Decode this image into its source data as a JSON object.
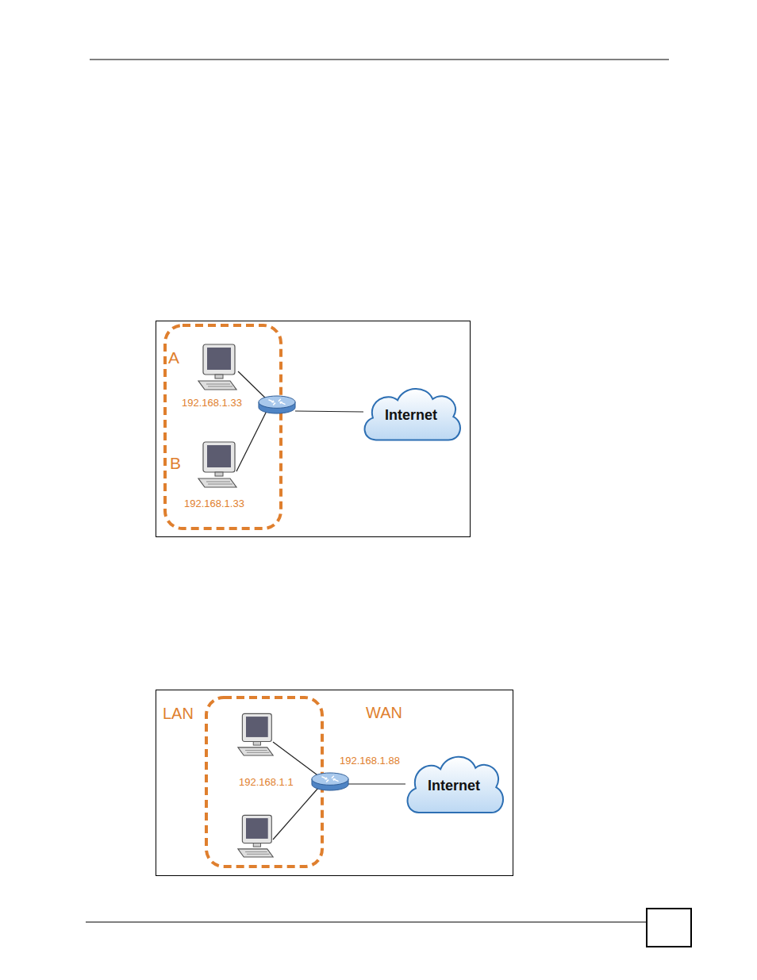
{
  "diagram": {
    "nodes": [
      {
        "text": [
          "Internet"
        ]
      },
      {
        "text": [
          "Internet"
        ]
      }
    ],
    "labels": [
      "A",
      "192.168.1.33",
      "B",
      "192.168.1.33",
      "LAN",
      "WAN",
      "192.168.1.1",
      "192.168.1.88"
    ]
  }
}
